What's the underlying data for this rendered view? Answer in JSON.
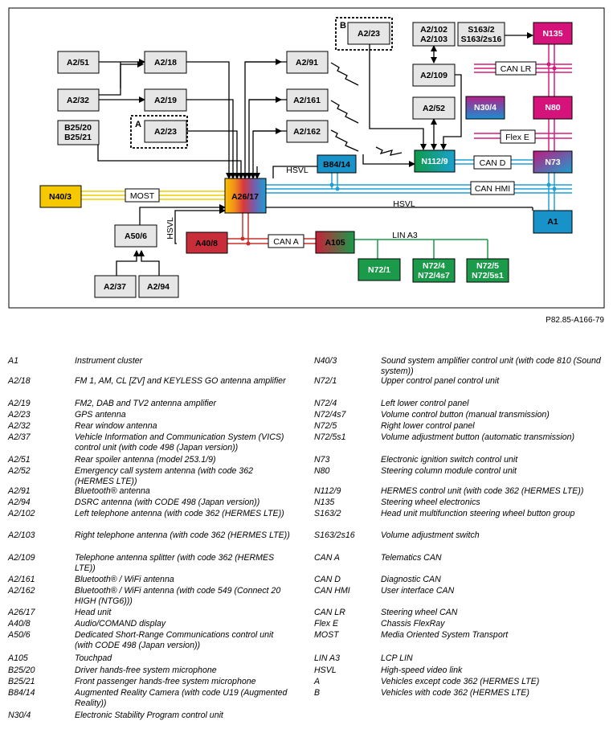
{
  "figure_ref": "P82.85-A166-79",
  "group_labels": {
    "a": "A",
    "b": "B"
  },
  "components": {
    "a2_51": "A2/51",
    "a2_32": "A2/32",
    "b25": [
      "B25/20",
      "B25/21"
    ],
    "a2_18": "A2/18",
    "a2_19": "A2/19",
    "a2_23a": "A2/23",
    "a2_23b": "A2/23",
    "a2_91": "A2/91",
    "a2_161": "A2/161",
    "a2_162": "A2/162",
    "a2_102_103": [
      "A2/102",
      "A2/103"
    ],
    "a2_109": "A2/109",
    "a2_52": "A2/52",
    "s163": [
      "S163/2",
      "S163/2s16"
    ],
    "n135": "N135",
    "n30_4": "N30/4",
    "n80": "N80",
    "n73": "N73",
    "n112_9": "N112/9",
    "b84_14": "B84/14",
    "n40_3": "N40/3",
    "a26_17": "A26/17",
    "a1": "A1",
    "a50_6": "A50/6",
    "a40_8": "A40/8",
    "a105": "A105",
    "n72_1": "N72/1",
    "n72_4": [
      "N72/4",
      "N72/4s7"
    ],
    "n72_5": [
      "N72/5",
      "N72/5s1"
    ],
    "a2_37": "A2/37",
    "a2_94": "A2/94"
  },
  "bus_labels": {
    "can_lr": "CAN LR",
    "flex_e": "Flex E",
    "can_d": "CAN D",
    "can_hmi": "CAN HMI",
    "hsvl_top": "HSVL",
    "hsvl_mid": "HSVL",
    "hsvl_vert": "HSVL",
    "most": "MOST",
    "can_a": "CAN A",
    "lin_a3": "LIN A3"
  },
  "colors": {
    "box_fill": "#e6e6e6",
    "n135": "#d6137a",
    "n80": "#d6137a",
    "n73_a": "#c2197f",
    "n73_b": "#1aa0cf",
    "n30_4_a": "#b3208a",
    "n30_4_b": "#1a8fd0",
    "n112_9_a": "#1aa0cf",
    "n112_9_b": "#0f9b4a",
    "b84_14": "#1893c9",
    "a1": "#1893c9",
    "n40_3": "#f5c800",
    "a40_8": "#c82e3a",
    "a105_a": "#c8213a",
    "a105_b": "#1a9a4a",
    "n72": "#1b9a4a",
    "can_lr_line": "#d81a7e",
    "can_hmi_line": "#1fa0d6",
    "most_line": "#f0d000",
    "can_a_line": "#c8302d",
    "lin_line": "#1b9a4a"
  },
  "legend_left": [
    {
      "code": "A1",
      "desc": "Instrument cluster"
    },
    {
      "code": "A2/18",
      "desc": "FM 1, AM, CL [ZV] and KEYLESS GO antenna amplifier"
    },
    {
      "code": "A2/19",
      "desc": "FM2, DAB and TV2 antenna amplifier"
    },
    {
      "code": "A2/23",
      "desc": "GPS antenna"
    },
    {
      "code": "A2/32",
      "desc": "Rear window antenna"
    },
    {
      "code": "A2/37",
      "desc": "Vehicle Information and Communication System (VICS) control unit (with code 498 (Japan version))"
    },
    {
      "code": "A2/51",
      "desc": "Rear spoiler antenna (model 253.1/9)"
    },
    {
      "code": "A2/52",
      "desc": "Emergency call system antenna (with code 362 (HERMES LTE))"
    },
    {
      "code": "A2/91",
      "desc": "Bluetooth® antenna"
    },
    {
      "code": "A2/94",
      "desc": "DSRC antenna (with CODE 498 (Japan version))"
    },
    {
      "code": "A2/102",
      "desc": "Left telephone antenna (with code 362 (HERMES LTE))"
    },
    {
      "code": "A2/103",
      "desc": "Right telephone antenna (with code 362 (HERMES LTE))"
    },
    {
      "code": "A2/109",
      "desc": "Telephone antenna splitter (with code 362 (HERMES LTE))"
    },
    {
      "code": "A2/161",
      "desc": "Bluetooth® / WiFi antenna"
    },
    {
      "code": "A2/162",
      "desc": "Bluetooth® / WiFi antenna (with code 549 (Connect 20 HIGH (NTG6)))"
    },
    {
      "code": "A26/17",
      "desc": "Head unit"
    },
    {
      "code": "A40/8",
      "desc": "Audio/COMAND display"
    },
    {
      "code": "A50/6",
      "desc": "Dedicated Short-Range Communications control unit (with CODE 498 (Japan version))"
    },
    {
      "code": "A105",
      "desc": "Touchpad"
    },
    {
      "code": "B25/20",
      "desc": "Driver hands-free system microphone"
    },
    {
      "code": "B25/21",
      "desc": "Front passenger hands-free system microphone"
    },
    {
      "code": "B84/14",
      "desc": "Augmented Reality Camera (with code U19 (Augmented Reality))"
    },
    {
      "code": "N30/4",
      "desc": "Electronic Stability Program control unit"
    }
  ],
  "legend_right": [
    {
      "code": "N40/3",
      "desc": "Sound system amplifier control unit (with code 810 (Sound system))"
    },
    {
      "code": "N72/1",
      "desc": "Upper control panel control unit"
    },
    {
      "code": "N72/4",
      "desc": "Left lower control panel"
    },
    {
      "code": "N72/4s7",
      "desc": "Volume control button (manual transmission)"
    },
    {
      "code": "N72/5",
      "desc": "Right lower control panel"
    },
    {
      "code": "N72/5s1",
      "desc": "Volume adjustment button (automatic transmission)"
    },
    {
      "code": "N73",
      "desc": "Electronic ignition switch control unit"
    },
    {
      "code": "N80",
      "desc": "Steering column module control unit"
    },
    {
      "code": "N112/9",
      "desc": "HERMES control unit (with code 362 (HERMES LTE))"
    },
    {
      "code": "N135",
      "desc": "Steering wheel electronics"
    },
    {
      "code": "S163/2",
      "desc": "Head unit multifunction steering wheel button group"
    },
    {
      "code": "S163/2s16",
      "desc": "Volume adjustment switch"
    },
    {
      "code": "CAN A",
      "desc": "Telematics CAN"
    },
    {
      "code": "CAN D",
      "desc": "Diagnostic CAN"
    },
    {
      "code": "CAN HMI",
      "desc": "User interface CAN"
    },
    {
      "code": "CAN LR",
      "desc": "Steering wheel CAN"
    },
    {
      "code": "Flex E",
      "desc": "Chassis FlexRay"
    },
    {
      "code": "MOST",
      "desc": "Media Oriented System Transport"
    },
    {
      "code": "LIN A3",
      "desc": "LCP LIN"
    },
    {
      "code": "HSVL",
      "desc": "High-speed video link"
    },
    {
      "code": "A",
      "desc": "Vehicles except code 362 (HERMES LTE)"
    },
    {
      "code": "B",
      "desc": "Vehicles with code 362 (HERMES LTE)"
    }
  ]
}
